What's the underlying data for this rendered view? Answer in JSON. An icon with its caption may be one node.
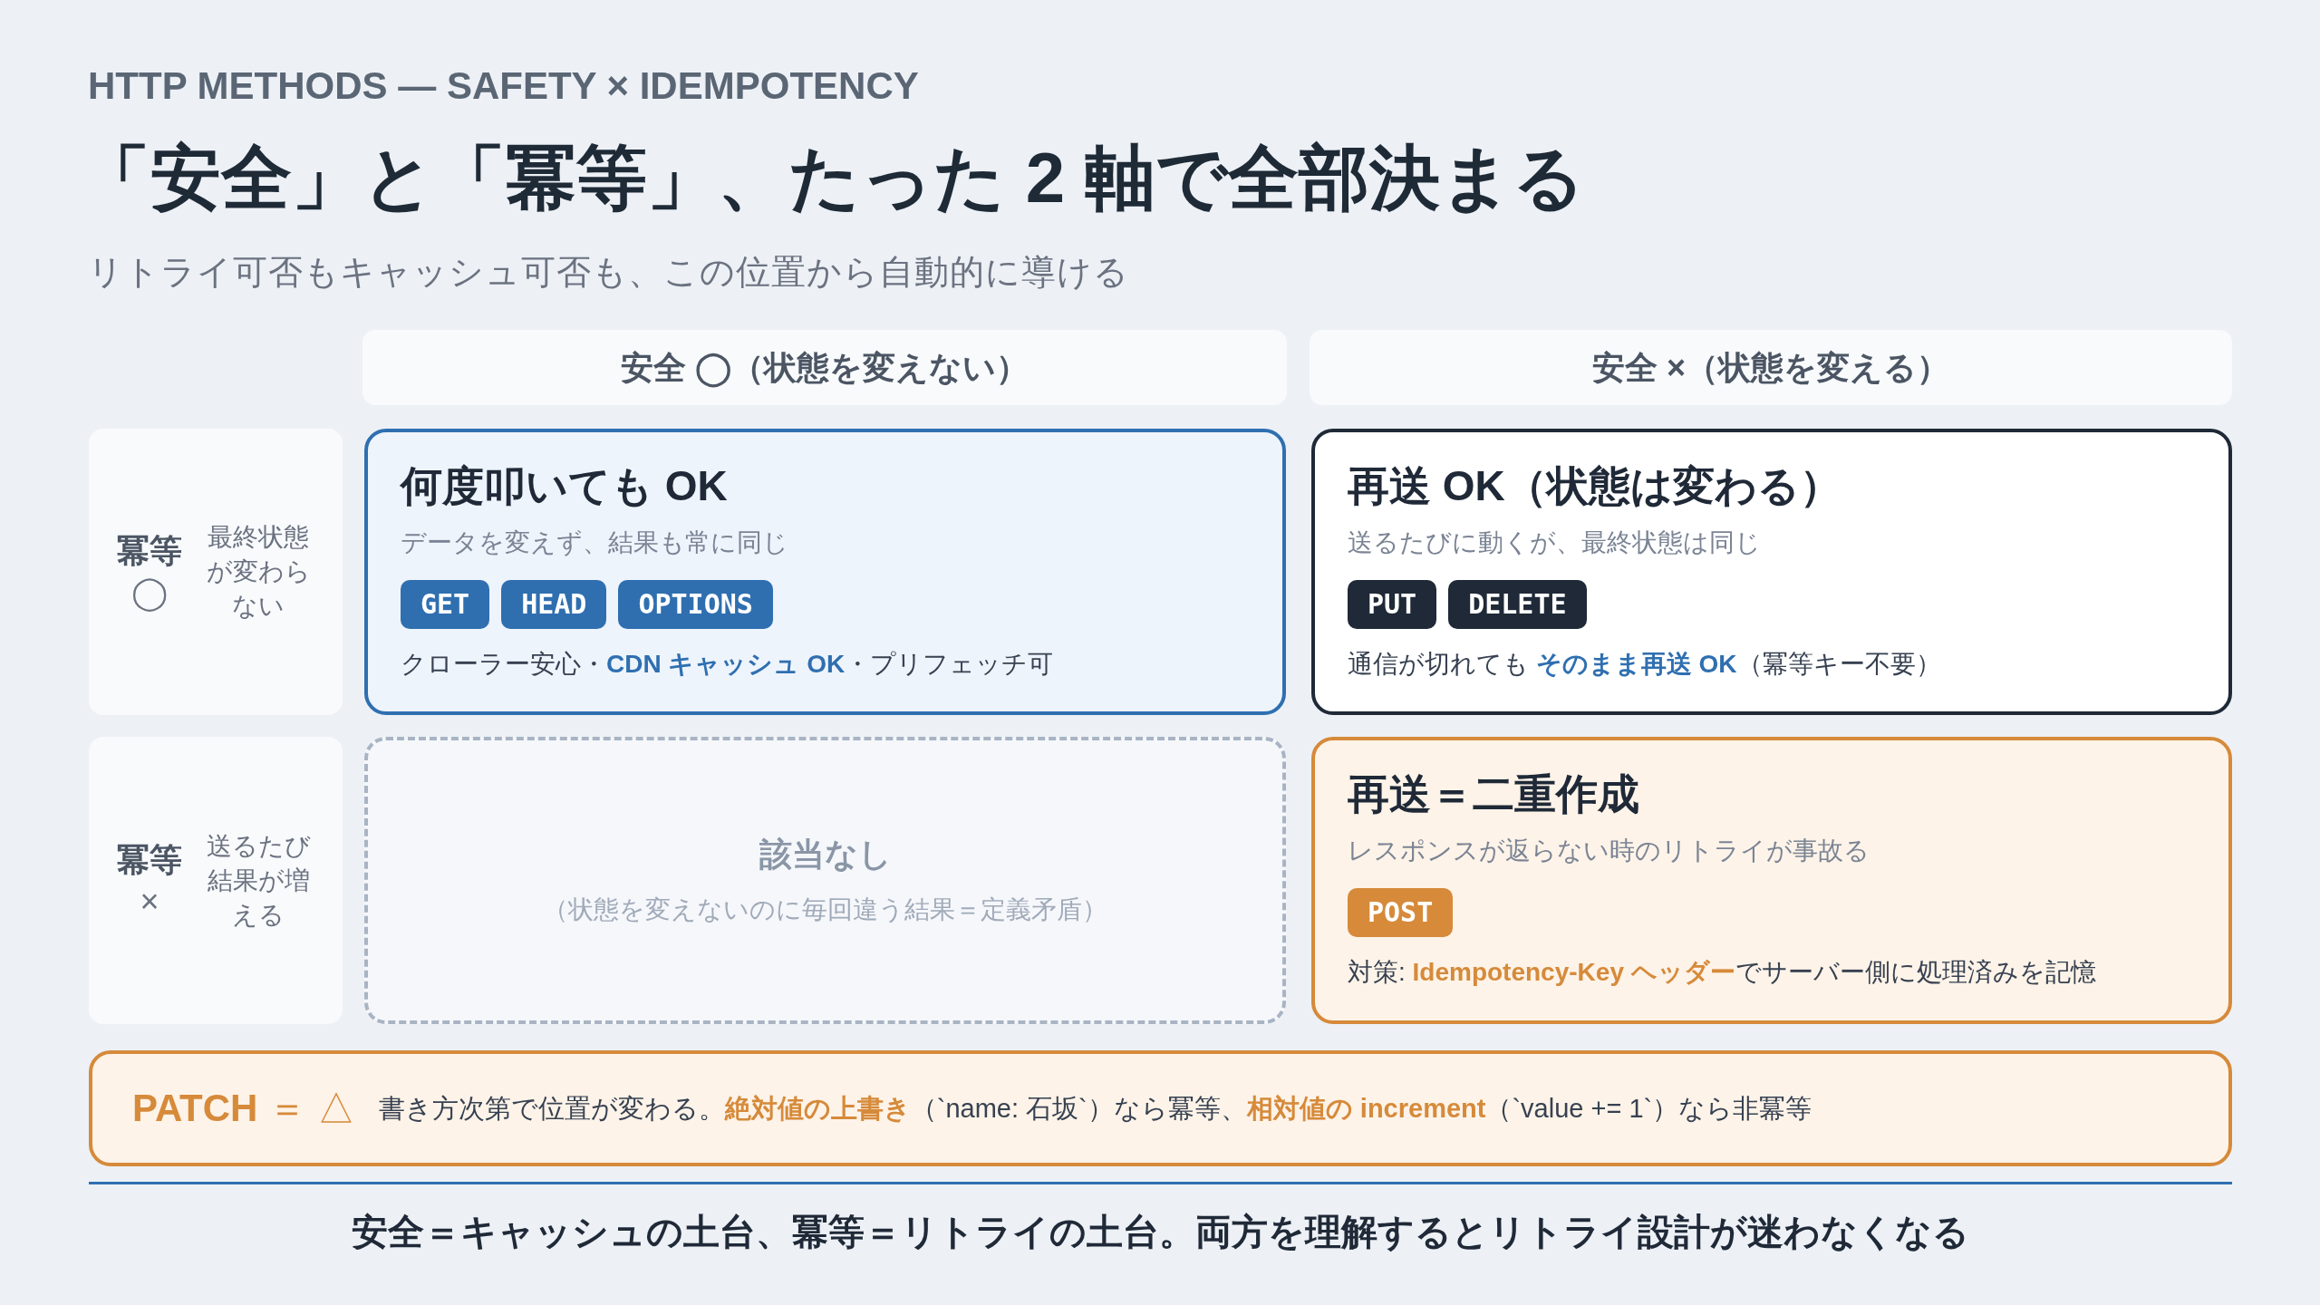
{
  "diagram": {
    "title": "「安全」と「冪等」、たった 2 軸で全部決まる",
    "caption": "安全＝キャッシュの土台、冪等＝リトライの土台。両方を理解するとリトライ設計が迷わなくなる",
    "labels": [
      "HTTP METHODS — SAFETY × IDEMPOTENCY",
      "リトライ可否もキャッシュ可否も、この位置から自動的に導ける"
    ],
    "nodes": [
      {
        "text": [
          "安全 ◯（状態を変えない）"
        ]
      },
      {
        "text": [
          "安全 ×（状態を変える）"
        ]
      },
      {
        "text": [
          "冪等",
          "◯",
          "最終状態が変わらない"
        ]
      },
      {
        "text": [
          "何度叩いても OK",
          "データを変えず、結果も常に同じ",
          "クローラー安心・**CDN キャッシュ OK**・プリフェッチ可"
        ]
      },
      {
        "text": [
          "GET"
        ],
        "in": 3
      },
      {
        "text": [
          "HEAD"
        ],
        "in": 3
      },
      {
        "text": [
          "OPTIONS"
        ],
        "in": 3
      },
      {
        "text": [
          "再送 OK（状態は変わる）",
          "送るたびに動くが、最終状態は同じ",
          "通信が切れても **そのまま再送 OK**（冪等キー不要）"
        ]
      },
      {
        "text": [
          "PUT"
        ],
        "in": 7
      },
      {
        "text": [
          "DELETE"
        ],
        "in": 7
      },
      {
        "text": [
          "冪等",
          "×",
          "送るたび結果が増える"
        ]
      },
      {
        "text": [
          "該当なし",
          "（状態を変えないのに毎回違う結果＝定義矛盾）"
        ]
      },
      {
        "text": [
          "再送＝二重作成",
          "レスポンスが返らない時のリトライが事故る",
          "対策: **Idempotency-Key ヘッダー**でサーバー側に処理済みを記憶"
        ]
      },
      {
        "text": [
          "POST"
        ],
        "in": 12
      },
      {
        "text": [
          "**PATCH** ＝ △",
          "書き方次第で位置が変わる。**絶対値の上書き**（`name: 石坂`）なら冪等、**相対値の increment**（`value += 1`）なら非冪等"
        ]
      }
    ]
  }
}
